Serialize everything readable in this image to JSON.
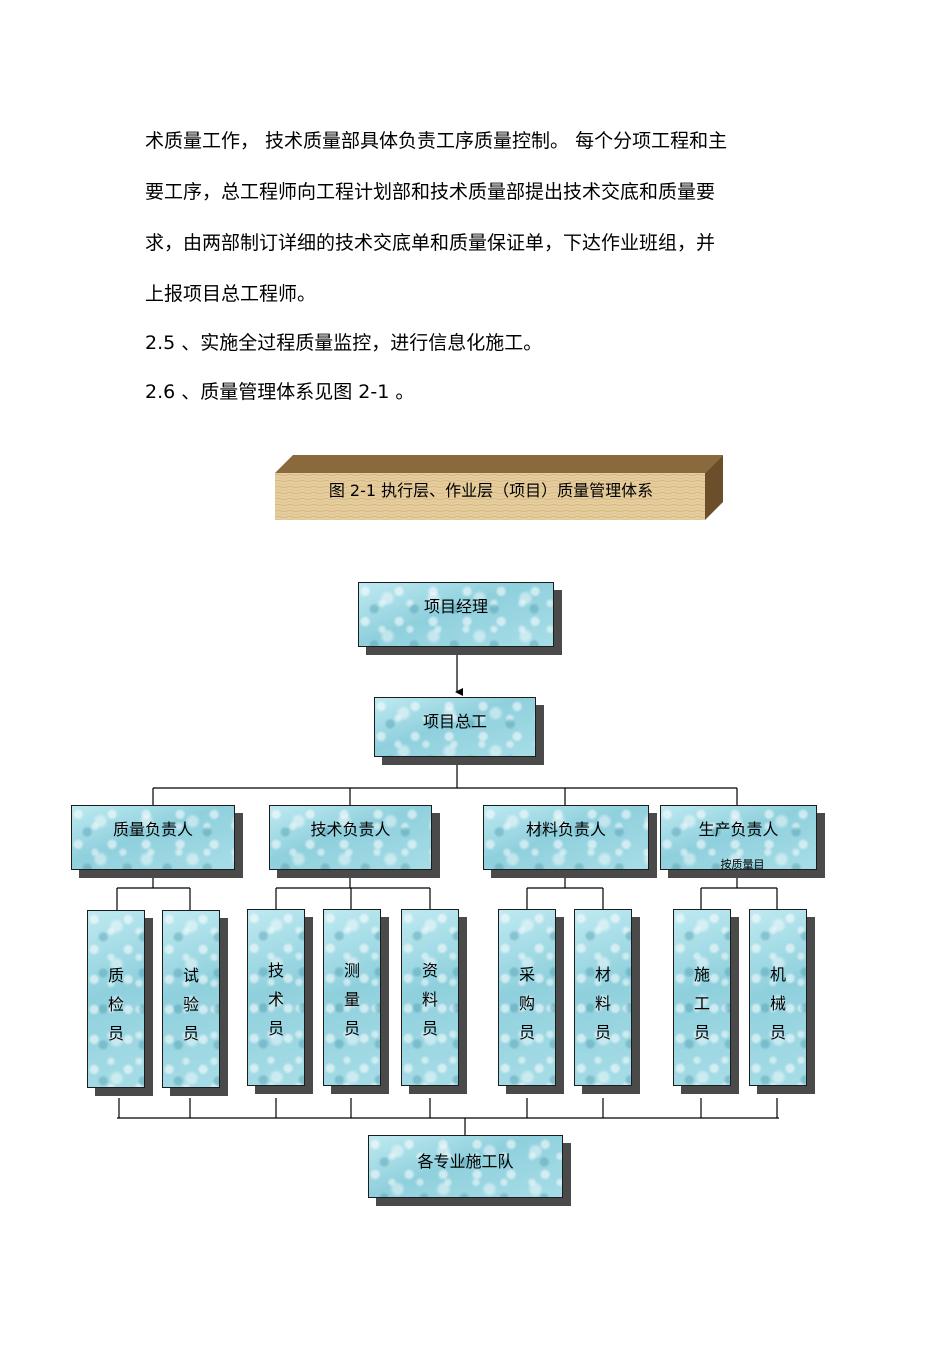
{
  "text": {
    "line1": "术质量工作， 技术质量部具体负责工序质量控制。  每个分项工程和主",
    "line2": "要工序，总工程师向工程计划部和技术质量部提出技术交底和质量要",
    "line3": "求，由两部制订详细的技术交底单和质量保证单，下达作业班组，并",
    "line4": "上报项目总工程师。",
    "line5": "2.5 、实施全过程质量监控，进行信息化施工。",
    "line6": "2.6 、质量管理体系见图  2-1 。"
  },
  "figure_title": "图 2-1  执行层、作业层（项目）质量管理体系",
  "org": {
    "manager": "项目经理",
    "chief_engineer": "项目总工",
    "quality_lead": "质量负责人",
    "tech_lead": "技术负责人",
    "material_lead": "材料负责人",
    "production_lead": "生产负责人",
    "production_note": "按质量目",
    "inspector": "质检员",
    "tester": "试验员",
    "technician": "技术员",
    "surveyor": "测量员",
    "document_clerk": "资料员",
    "purchaser": "采购员",
    "material_clerk": "材料员",
    "construction_clerk": "施工员",
    "machinery_clerk": "机械员",
    "teams": "各专业施工队"
  },
  "colors": {
    "box": "#9fdbe6",
    "shadow": "#4a4a4a",
    "banner": "#e3c896"
  }
}
